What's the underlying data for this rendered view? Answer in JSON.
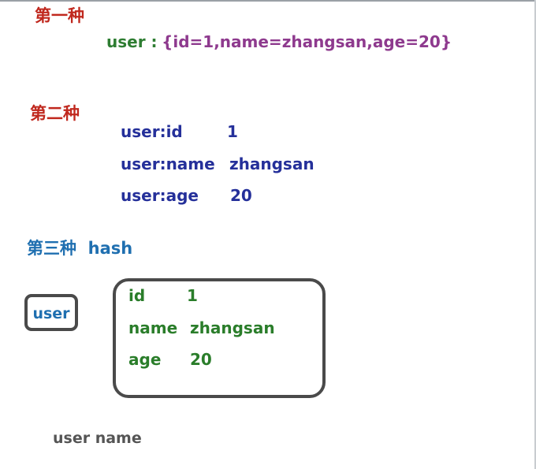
{
  "method1": {
    "title": "第一种",
    "key": "user :",
    "value": "{id=1,name=zhangsan,age=20}"
  },
  "method2": {
    "title": "第二种",
    "rows": [
      {
        "key": "user:id",
        "value": "1"
      },
      {
        "key": "user:name",
        "value": "zhangsan"
      },
      {
        "key": "user:age",
        "value": "20"
      }
    ]
  },
  "method3": {
    "title": "第三种",
    "type": "hash",
    "key": "user",
    "fields": [
      {
        "field": "id",
        "value": "1"
      },
      {
        "field": "name",
        "value": "zhangsan"
      },
      {
        "field": "age",
        "value": "20"
      }
    ]
  },
  "footer": {
    "text": "user name"
  }
}
